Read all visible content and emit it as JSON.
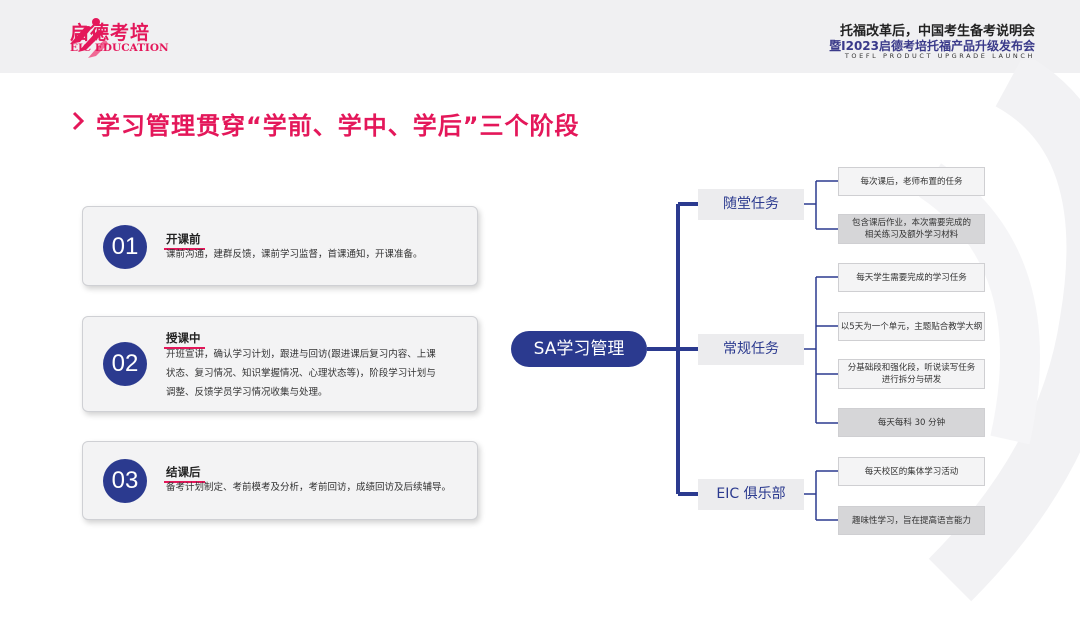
{
  "header": {
    "logo_cn": "启德考培",
    "logo_en": "EIC EDUCATION",
    "event_line1": "托福改革后，中国考生备考说明会",
    "event_line2": "暨I2023启德考培托福产品升级发布会",
    "event_line3": "TOEFL PRODUCT UPGRADE LAUNCH"
  },
  "page": {
    "title": "学习管理贯穿“学前、学中、学后”三个阶段"
  },
  "stages": [
    {
      "num": "01",
      "title": "开课前",
      "text": "课前沟通，建群反馈，课前学习监督，首课通知，开课准备。"
    },
    {
      "num": "02",
      "title": "授课中",
      "text": "开班宣讲，确认学习计划，跟进与回访(跟进课后复习内容、上课状态、复习情况、知识掌握情况、心理状态等)，阶段学习计划与调整、反馈学员学习情况收集与处理。"
    },
    {
      "num": "03",
      "title": "结课后",
      "text": "备考计划制定、考前模考及分析，考前回访，成绩回访及后续辅导。"
    }
  ],
  "mindmap": {
    "center": "SA学习管理",
    "categories": [
      {
        "label": "随堂任务",
        "items": [
          "每次课后，老师布置的任务",
          "包含课后作业，本次需要完成的相关练习及额外学习材料"
        ]
      },
      {
        "label": "常规任务",
        "items": [
          "每天学生需要完成的学习任务",
          "以5天为一个单元，主题贴合教学大纲",
          "分基础段和强化段，听说读写任务进行拆分与研发",
          "每天每科 30 分钟"
        ]
      },
      {
        "label": "EIC 俱乐部",
        "items": [
          "每天校区的集体学习活动",
          "趣味性学习，旨在提高语言能力"
        ]
      }
    ]
  },
  "colors": {
    "accent": "#e4175a",
    "navy": "#2b3a8f",
    "line": "#2b3a8f"
  }
}
